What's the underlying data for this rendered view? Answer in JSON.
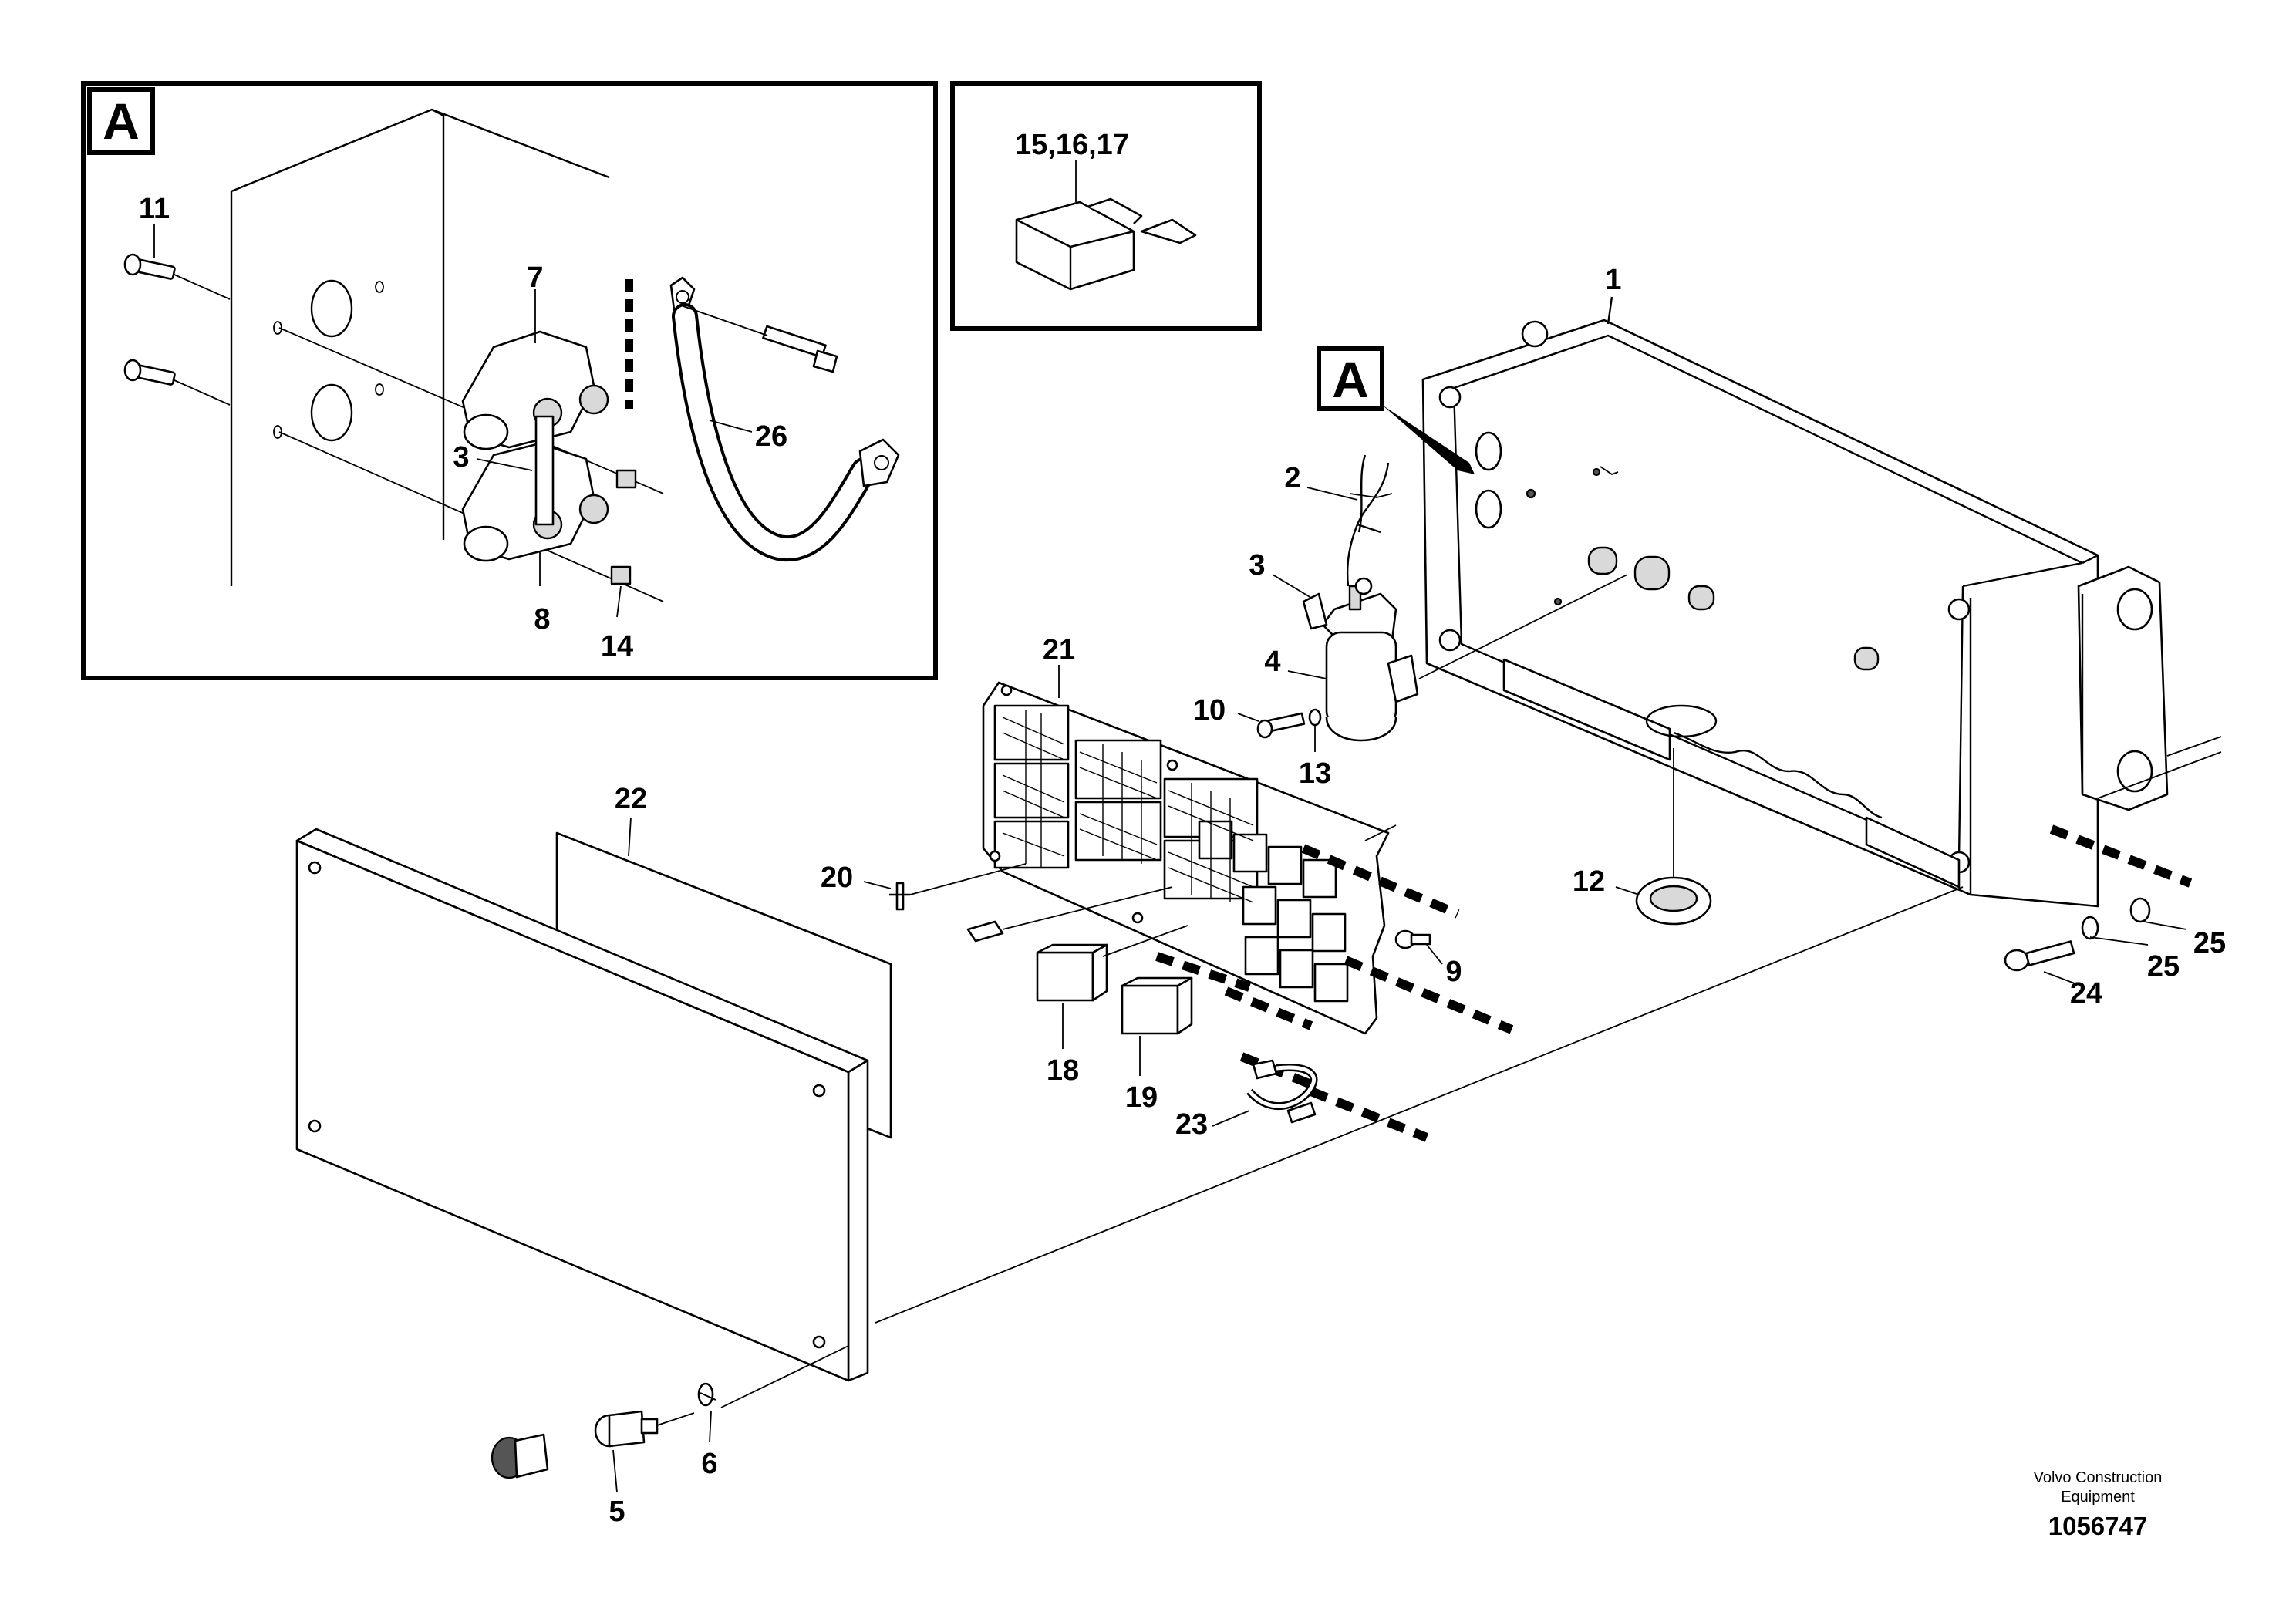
{
  "detail_views": {
    "view_a_label": "A",
    "fuse_ref": "15,16,17",
    "callout_a_label": "A"
  },
  "callouts": {
    "c1": "1",
    "c2": "2",
    "c3a": "3",
    "c3b": "3",
    "c4": "4",
    "c5": "5",
    "c6": "6",
    "c7": "7",
    "c8": "8",
    "c9": "9",
    "c10": "10",
    "c11": "11",
    "c12": "12",
    "c13": "13",
    "c14": "14",
    "c18": "18",
    "c19": "19",
    "c20": "20",
    "c21": "21",
    "c22": "22",
    "c23": "23",
    "c24": "24",
    "c25a": "25",
    "c25b": "25",
    "c26": "26"
  },
  "footer": {
    "brand_line1": "Volvo Construction",
    "brand_line2": "Equipment",
    "doc_number": "1056747"
  }
}
